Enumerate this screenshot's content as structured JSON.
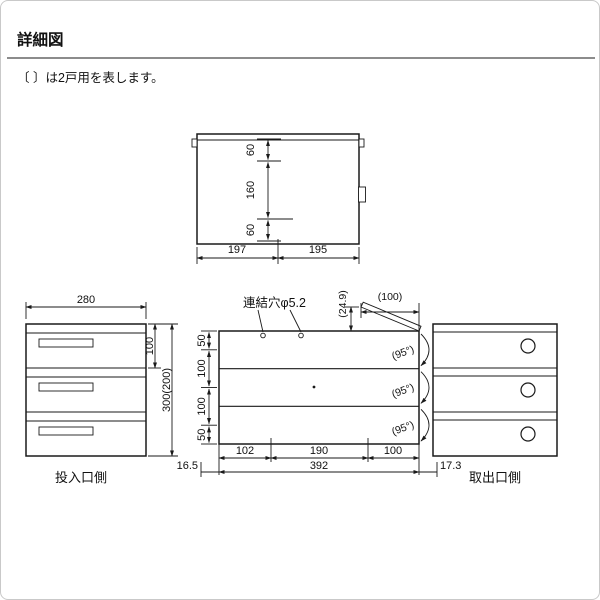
{
  "page": {
    "title": "詳細図",
    "note": "〔 〕は2戸用を表します。"
  },
  "top_view": {
    "depth_top": "60",
    "depth_mid": "160",
    "depth_bottom": "60",
    "width_left": "197",
    "width_right": "195"
  },
  "front_view": {
    "width": "280",
    "height_top": "100",
    "height_total": "300(200)",
    "caption": "投入口側"
  },
  "section_view": {
    "hole_note": "連結穴φ5.2",
    "open_height": "(24.9)",
    "open_width": "(100)",
    "left_dims": [
      "50",
      "100",
      "100",
      "50"
    ],
    "bottom_dims": [
      "102",
      "190",
      "100"
    ],
    "overhang_left": "16.5",
    "total_width": "392",
    "overhang_right": "17.3",
    "door_angle": "(95°)"
  },
  "rear_view": {
    "caption": "取出口側"
  }
}
